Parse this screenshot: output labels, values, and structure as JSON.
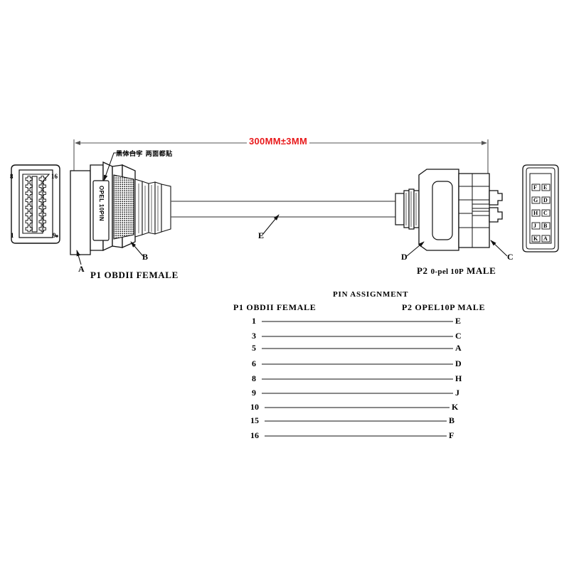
{
  "document": {
    "type": "engineering-drawing",
    "subject": "OBDII to OPEL 10-pin adapter cable",
    "background_color": "#ffffff",
    "line_color": "#1a1a1a",
    "accent_color": "#e8191b"
  },
  "dimension": {
    "label": "300MM±3MM",
    "color": "#e8191b"
  },
  "notes": {
    "sticker_note": "黑体白字 两面都贴"
  },
  "connector_p1": {
    "caption": "P1 OBDII FEMALE",
    "face_pins": {
      "top_left": "8",
      "top_right": "16",
      "bottom_left": "1",
      "bottom_right": "9"
    },
    "body_label": "OPEL 10PIN",
    "refs": {
      "a": "A",
      "b": "B"
    }
  },
  "connector_p2": {
    "caption_prefix": "P2",
    "caption_mid": "0-pel 10P",
    "caption_suffix": "MALE",
    "face_pins_left": [
      "F",
      "G",
      "H",
      "J",
      "K"
    ],
    "face_pins_right": [
      "E",
      "D",
      "C",
      "B",
      "A"
    ],
    "refs": {
      "c": "C",
      "d": "D"
    }
  },
  "cable": {
    "ref": "E"
  },
  "pin_assignment": {
    "title": "PIN ASSIGNMENT",
    "left_header": "P1 OBDII FEMALE",
    "right_header": "P2 OPEL10P MALE",
    "rows": [
      {
        "left": "1",
        "right": "E"
      },
      {
        "left": "3",
        "right": "C"
      },
      {
        "left": "5",
        "right": "A"
      },
      {
        "left": "6",
        "right": "D"
      },
      {
        "left": "8",
        "right": "H"
      },
      {
        "left": "9",
        "right": "J"
      },
      {
        "left": "10",
        "right": "K"
      },
      {
        "left": "15",
        "right": "B"
      },
      {
        "left": "16",
        "right": "F"
      }
    ]
  }
}
